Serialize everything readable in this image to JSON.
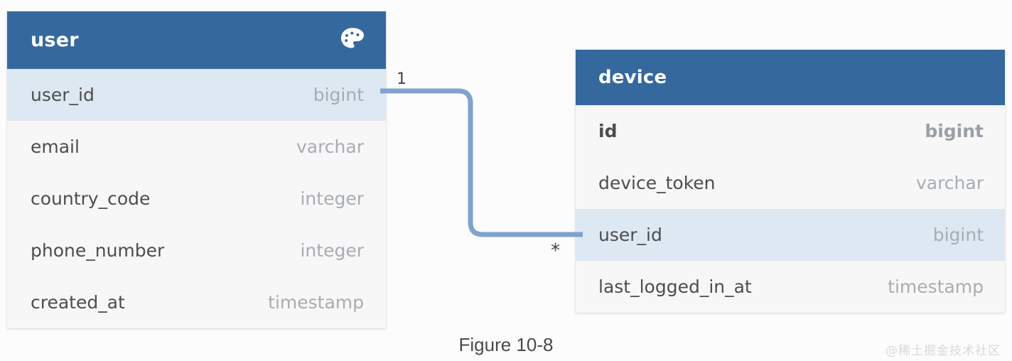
{
  "diagram": {
    "type": "entity-relationship-diagram",
    "caption": "Figure 10-8",
    "watermark": "@稀土掘金技术社区",
    "colors": {
      "header_background": "#35699e",
      "header_text": "#ffffff",
      "row_background": "#f7f7f7",
      "row_highlight_background": "#dde8f3",
      "column_text": "#4d4d4d",
      "type_text": "#a8adb3",
      "connector_line": "#7fa3cd",
      "canvas_background": "#fcfcfc"
    },
    "tables": [
      {
        "name": "user",
        "header_icon": "palette-icon",
        "columns": [
          {
            "name": "user_id",
            "type": "bigint",
            "highlighted": true,
            "primary_key": false
          },
          {
            "name": "email",
            "type": "varchar",
            "highlighted": false,
            "primary_key": false
          },
          {
            "name": "country_code",
            "type": "integer",
            "highlighted": false,
            "primary_key": false
          },
          {
            "name": "phone_number",
            "type": "integer",
            "highlighted": false,
            "primary_key": false
          },
          {
            "name": "created_at",
            "type": "timestamp",
            "highlighted": false,
            "primary_key": false
          }
        ]
      },
      {
        "name": "device",
        "header_icon": null,
        "columns": [
          {
            "name": "id",
            "type": "bigint",
            "highlighted": false,
            "primary_key": true
          },
          {
            "name": "device_token",
            "type": "varchar",
            "highlighted": false,
            "primary_key": false
          },
          {
            "name": "user_id",
            "type": "bigint",
            "highlighted": true,
            "primary_key": false
          },
          {
            "name": "last_logged_in_at",
            "type": "timestamp",
            "highlighted": false,
            "primary_key": false
          }
        ]
      }
    ],
    "relationship": {
      "from_table": "user",
      "from_column": "user_id",
      "to_table": "device",
      "to_column": "user_id",
      "source_cardinality": "1",
      "target_cardinality": "*"
    }
  }
}
